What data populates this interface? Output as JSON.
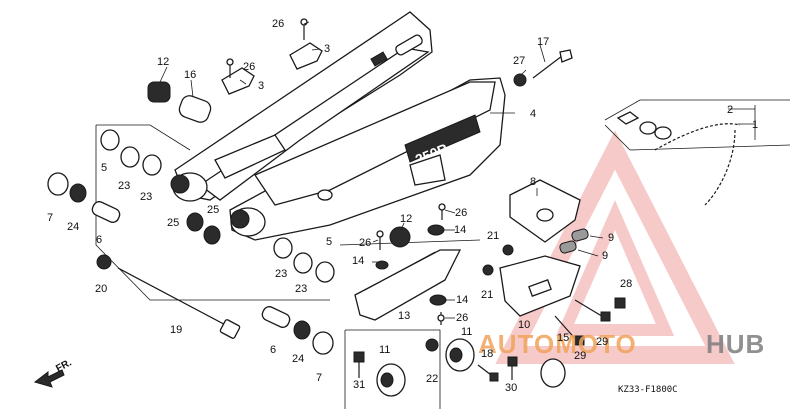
{
  "diagram": {
    "drawing_code": "KZ33-F1800C",
    "direction_label": "FR.",
    "swingarm_logo": "250R",
    "watermark": {
      "text_accent": "AUTOMOTO",
      "text_dark": "HUB",
      "accent_color": "#f0a35a",
      "dark_color": "#7d7d7d",
      "triangle_color": "#f2a0a0"
    },
    "callouts": [
      {
        "id": "c1",
        "label": "1"
      },
      {
        "id": "c2",
        "label": "2"
      },
      {
        "id": "c3a",
        "label": "3"
      },
      {
        "id": "c3b",
        "label": "3"
      },
      {
        "id": "c4",
        "label": "4"
      },
      {
        "id": "c5a",
        "label": "5"
      },
      {
        "id": "c5b",
        "label": "5"
      },
      {
        "id": "c6a",
        "label": "6"
      },
      {
        "id": "c6b",
        "label": "6"
      },
      {
        "id": "c7a",
        "label": "7"
      },
      {
        "id": "c7b",
        "label": "7"
      },
      {
        "id": "c8",
        "label": "8"
      },
      {
        "id": "c9a",
        "label": "9"
      },
      {
        "id": "c9b",
        "label": "9"
      },
      {
        "id": "c10",
        "label": "10"
      },
      {
        "id": "c11a",
        "label": "11"
      },
      {
        "id": "c11b",
        "label": "11"
      },
      {
        "id": "c12a",
        "label": "12"
      },
      {
        "id": "c12b",
        "label": "12"
      },
      {
        "id": "c13",
        "label": "13"
      },
      {
        "id": "c14a",
        "label": "14"
      },
      {
        "id": "c14b",
        "label": "14"
      },
      {
        "id": "c15",
        "label": "15"
      },
      {
        "id": "c16",
        "label": "16"
      },
      {
        "id": "c17",
        "label": "17"
      },
      {
        "id": "c18",
        "label": "18"
      },
      {
        "id": "c19",
        "label": "19"
      },
      {
        "id": "c20",
        "label": "20"
      },
      {
        "id": "c21a",
        "label": "21"
      },
      {
        "id": "c21b",
        "label": "21"
      },
      {
        "id": "c22",
        "label": "22"
      },
      {
        "id": "c23a",
        "label": "23"
      },
      {
        "id": "c23b",
        "label": "23"
      },
      {
        "id": "c23c",
        "label": "23"
      },
      {
        "id": "c23d",
        "label": "23"
      },
      {
        "id": "c24a",
        "label": "24"
      },
      {
        "id": "c24b",
        "label": "24"
      },
      {
        "id": "c25a",
        "label": "25"
      },
      {
        "id": "c25b",
        "label": "25"
      },
      {
        "id": "c26a",
        "label": "26"
      },
      {
        "id": "c26b",
        "label": "26"
      },
      {
        "id": "c26c",
        "label": "26"
      },
      {
        "id": "c26d",
        "label": "26"
      },
      {
        "id": "c26e",
        "label": "26"
      },
      {
        "id": "c27",
        "label": "27"
      },
      {
        "id": "c28",
        "label": "28"
      },
      {
        "id": "c29a",
        "label": "29"
      },
      {
        "id": "c29b",
        "label": "29"
      },
      {
        "id": "c30",
        "label": "30"
      },
      {
        "id": "c31",
        "label": "31"
      }
    ]
  }
}
